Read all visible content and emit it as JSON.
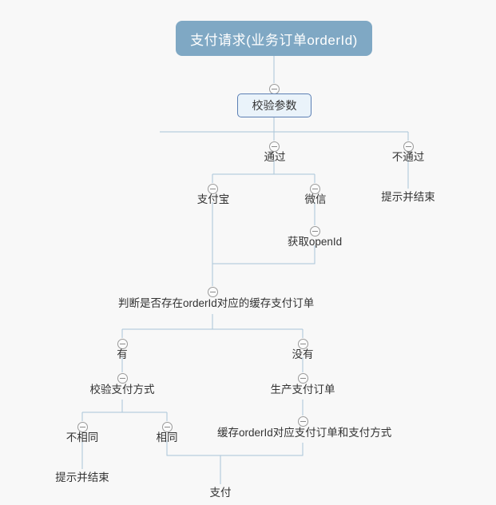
{
  "diagram": {
    "title": "支付请求(业务订单orderId)",
    "type": "mindmap-flowchart",
    "background_color": "#f8f8f8",
    "edge_color": "#a9c5d8",
    "text_color": "#333333",
    "root_fill_color": "#7fa8c4",
    "root_text_color": "#ffffff",
    "box_fill_color": "#eaf3fa",
    "box_border_color": "#5b7fb4",
    "toggle_icon_name": "collapse-minus-icon"
  },
  "nodes": {
    "root": {
      "label": "支付请求(业务订单orderId)"
    },
    "validate_params": {
      "label": "校验参数"
    },
    "pass": {
      "label": "通过"
    },
    "fail": {
      "label": "不通过"
    },
    "fail_prompt_end": {
      "label": "提示并结束"
    },
    "alipay": {
      "label": "支付宝"
    },
    "wechat": {
      "label": "微信"
    },
    "get_openid": {
      "label": "获取openId"
    },
    "check_cache": {
      "label": "判断是否存在orderId对应的缓存支付订单"
    },
    "has_cache": {
      "label": "有"
    },
    "no_cache": {
      "label": "没有"
    },
    "verify_pay_method": {
      "label": "校验支付方式"
    },
    "not_same": {
      "label": "不相同"
    },
    "same": {
      "label": "相同"
    },
    "not_same_prompt_end": {
      "label": "提示并结束"
    },
    "create_order": {
      "label": "生产支付订单"
    },
    "cache_order": {
      "label": "缓存orderId对应支付订单和支付方式"
    },
    "pay": {
      "label": "支付"
    }
  }
}
